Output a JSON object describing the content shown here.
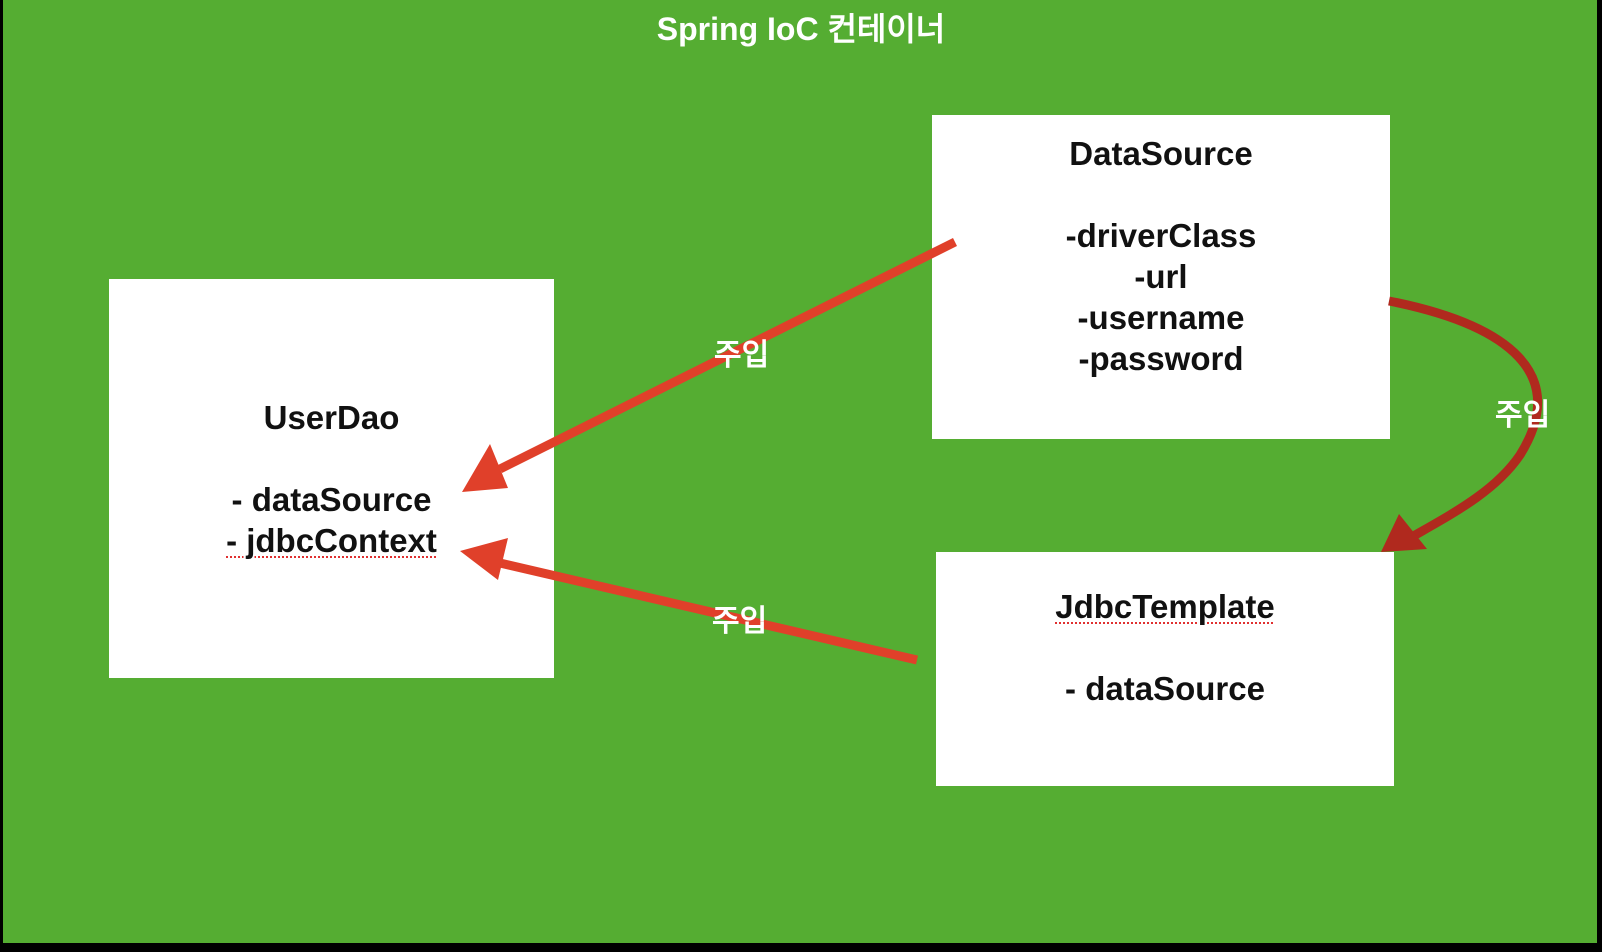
{
  "diagram": {
    "title": "Spring IoC 컨테이너",
    "nodes": {
      "userdao": {
        "name": "UserDao",
        "fields": [
          "- dataSource",
          "- jdbcContext"
        ]
      },
      "datasource": {
        "name": "DataSource",
        "fields": [
          "-driverClass",
          "-url",
          "-username",
          "-password"
        ]
      },
      "jdbctemplate": {
        "name": "JdbcTemplate",
        "fields": [
          "- dataSource"
        ]
      }
    },
    "edges": [
      {
        "from": "DataSource",
        "to": "UserDao",
        "label": "주입"
      },
      {
        "from": "JdbcTemplate",
        "to": "UserDao",
        "label": "주입"
      },
      {
        "from": "DataSource",
        "to": "JdbcTemplate",
        "label": "주입"
      }
    ],
    "colors": {
      "container": "#55ad32",
      "background": "#000000",
      "arrow": "#e0402a",
      "arrow_dark": "#b0291e",
      "box": "#ffffff"
    }
  }
}
